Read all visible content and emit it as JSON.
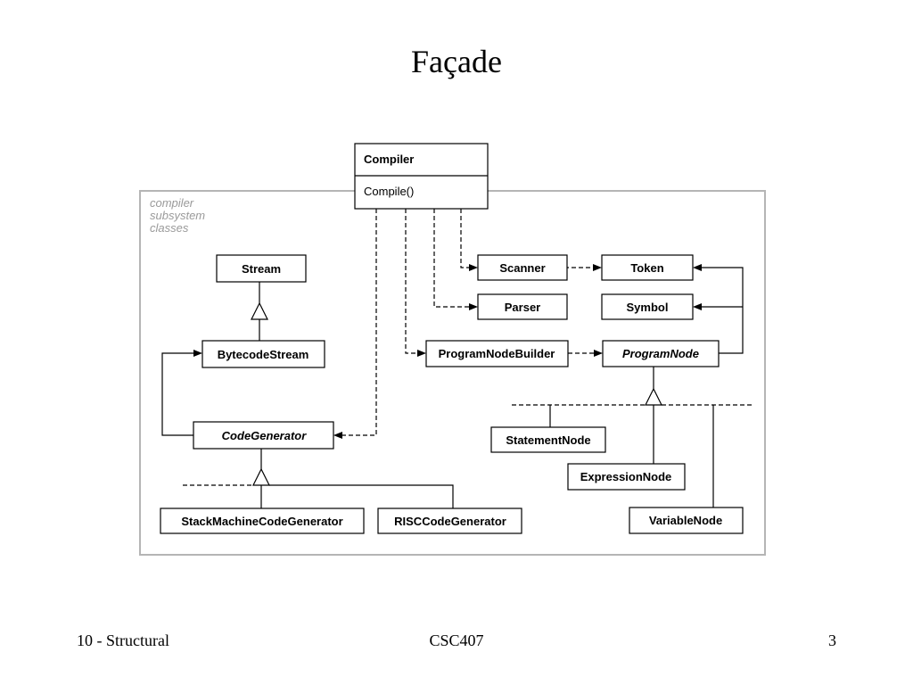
{
  "slide": {
    "title": "Façade",
    "footer_left": "10 - Structural",
    "footer_center": "CSC407",
    "page_number": "3"
  },
  "diagram": {
    "subsystem_label": [
      "compiler",
      "subsystem",
      "classes"
    ],
    "compiler": {
      "name": "Compiler",
      "operation": "Compile()"
    },
    "classes": {
      "stream": "Stream",
      "bytecode_stream": "BytecodeStream",
      "code_generator": "CodeGenerator",
      "stack_machine_code_generator": "StackMachineCodeGenerator",
      "risc_code_generator": "RISCCodeGenerator",
      "scanner": "Scanner",
      "token": "Token",
      "parser": "Parser",
      "symbol": "Symbol",
      "program_node_builder": "ProgramNodeBuilder",
      "program_node": "ProgramNode",
      "statement_node": "StatementNode",
      "expression_node": "ExpressionNode",
      "variable_node": "VariableNode"
    }
  }
}
